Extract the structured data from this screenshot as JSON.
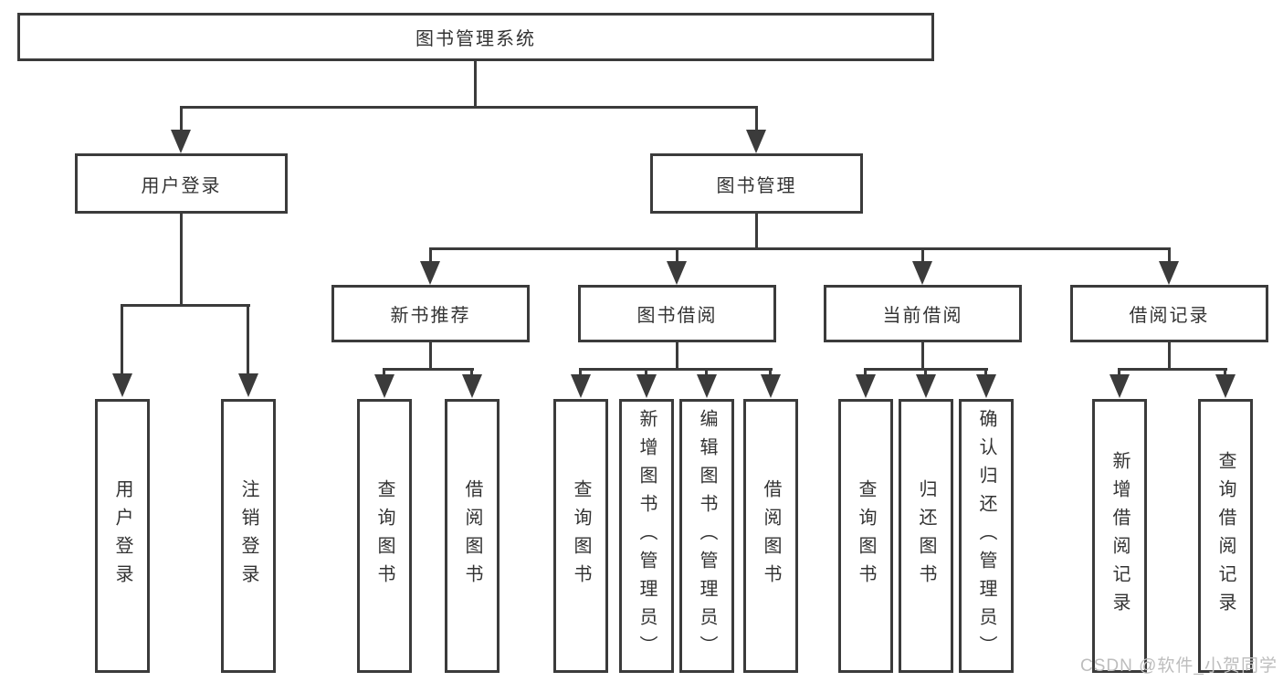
{
  "title": "图书管理系统",
  "tree": {
    "root": {
      "label": "图书管理系统"
    },
    "level2": [
      {
        "label": "用户登录"
      },
      {
        "label": "图书管理"
      }
    ],
    "level3": [
      {
        "label": "新书推荐"
      },
      {
        "label": "图书借阅"
      },
      {
        "label": "当前借阅"
      },
      {
        "label": "借阅记录"
      }
    ],
    "leaves": {
      "user_login": [
        "用户登录",
        "注销登录"
      ],
      "new_book_recommend": [
        "查询图书",
        "借阅图书"
      ],
      "book_borrow": [
        "查询图书",
        "新增图书（管理员）",
        "编辑图书（管理员）",
        "借阅图书"
      ],
      "current_borrow": [
        "查询图书",
        "归还图书",
        "确认归还（管理员）"
      ],
      "borrow_record": [
        "新增借阅记录",
        "查询借阅记录"
      ]
    }
  },
  "watermark": "CSDN @软件_小贺同学",
  "colors": {
    "line": "#3b3b3b",
    "text": "#333333",
    "watermark": "#bdbdbd",
    "background": "#ffffff"
  }
}
